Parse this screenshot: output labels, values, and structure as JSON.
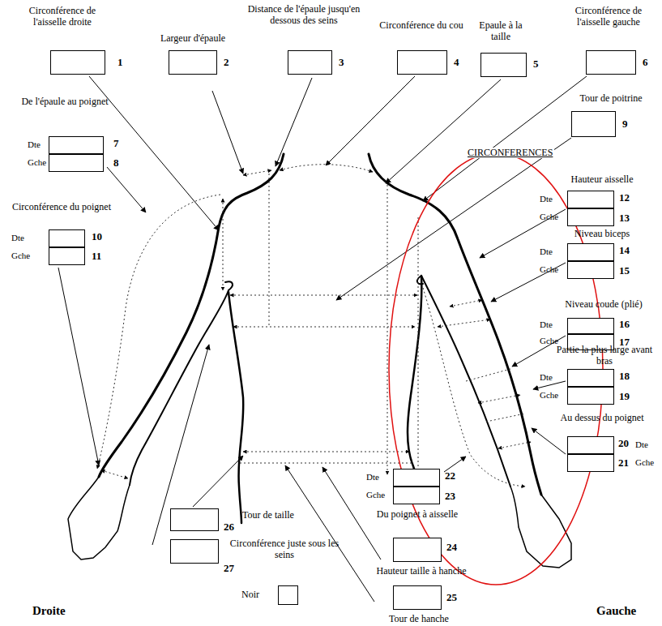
{
  "diagram": {
    "nodes": [
      {
        "text": [
          "Circonférence de l'aisselle droite",
          "1"
        ]
      },
      {
        "text": [
          "Largeur d'épaule",
          "2"
        ]
      },
      {
        "text": [
          "Distance de l'épaule jusqu'en dessous des seins",
          "3"
        ]
      },
      {
        "text": [
          "Circonférence du cou",
          "4"
        ]
      },
      {
        "text": [
          "Epaule à la taille",
          "5"
        ]
      },
      {
        "text": [
          "Circonférence de l'aisselle gauche",
          "6"
        ]
      },
      {
        "text": [
          "De l'épaule au poignet",
          "7"
        ]
      },
      {
        "text": [
          "8"
        ]
      },
      {
        "text": [
          "Tour de poitrine",
          "9"
        ]
      },
      {
        "text": [
          "Circonférence du poignet",
          "10"
        ]
      },
      {
        "text": [
          "11"
        ]
      },
      {
        "text": [
          "Hauteur aisselle",
          "12"
        ]
      },
      {
        "text": [
          "13"
        ]
      },
      {
        "text": [
          "Niveau biceps",
          "14"
        ]
      },
      {
        "text": [
          "15"
        ]
      },
      {
        "text": [
          "Niveau coude (plié)",
          "16"
        ]
      },
      {
        "text": [
          "17"
        ]
      },
      {
        "text": [
          "Partie la plus large avant bras",
          "18"
        ]
      },
      {
        "text": [
          "19"
        ]
      },
      {
        "text": [
          "Au dessus du poignet",
          "20"
        ]
      },
      {
        "text": [
          "21"
        ]
      },
      {
        "text": [
          "22"
        ]
      },
      {
        "text": [
          "23",
          "Du poignet à aisselle"
        ]
      },
      {
        "text": [
          "24",
          "Hauteur taille à hanche"
        ]
      },
      {
        "text": [
          "25",
          "Tour de hanche"
        ]
      },
      {
        "text": [
          "Tour de taille",
          "26"
        ]
      },
      {
        "text": [
          "Circonférence juste sous les seins",
          "27"
        ]
      },
      {
        "text": [
          "Noir"
        ]
      }
    ],
    "labels": [
      "CIRCONFERENCES",
      "Dte",
      "Gche",
      "Dte",
      "Gche",
      "Dte",
      "Gche",
      "Dte",
      "Gche",
      "Dte",
      "Gche",
      "Dte",
      "Gche",
      "Dte",
      "Gche",
      "Dte",
      "Gche",
      "Droite",
      "Gauche"
    ]
  }
}
